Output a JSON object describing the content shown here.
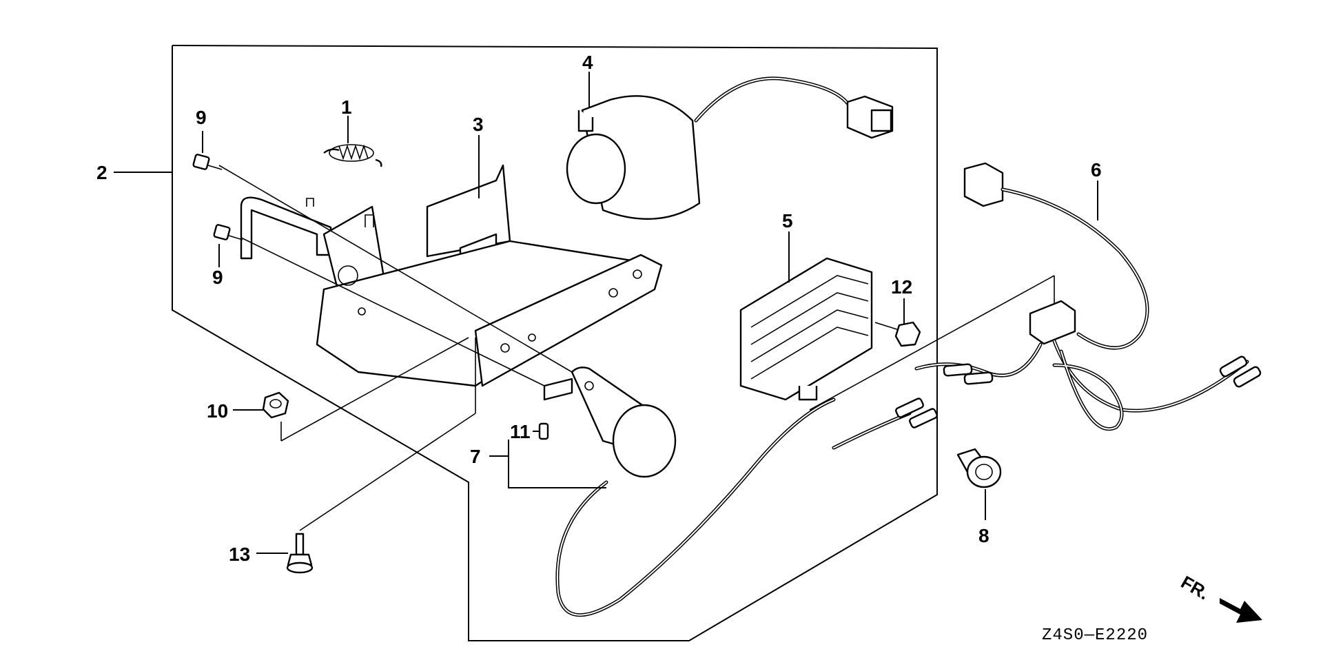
{
  "diagram": {
    "code": "Z4S0—E2220",
    "direction_label": "FR.",
    "callouts": [
      "1",
      "2",
      "3",
      "4",
      "5",
      "6",
      "7",
      "8",
      "9",
      "9",
      "10",
      "11",
      "12",
      "13"
    ]
  }
}
